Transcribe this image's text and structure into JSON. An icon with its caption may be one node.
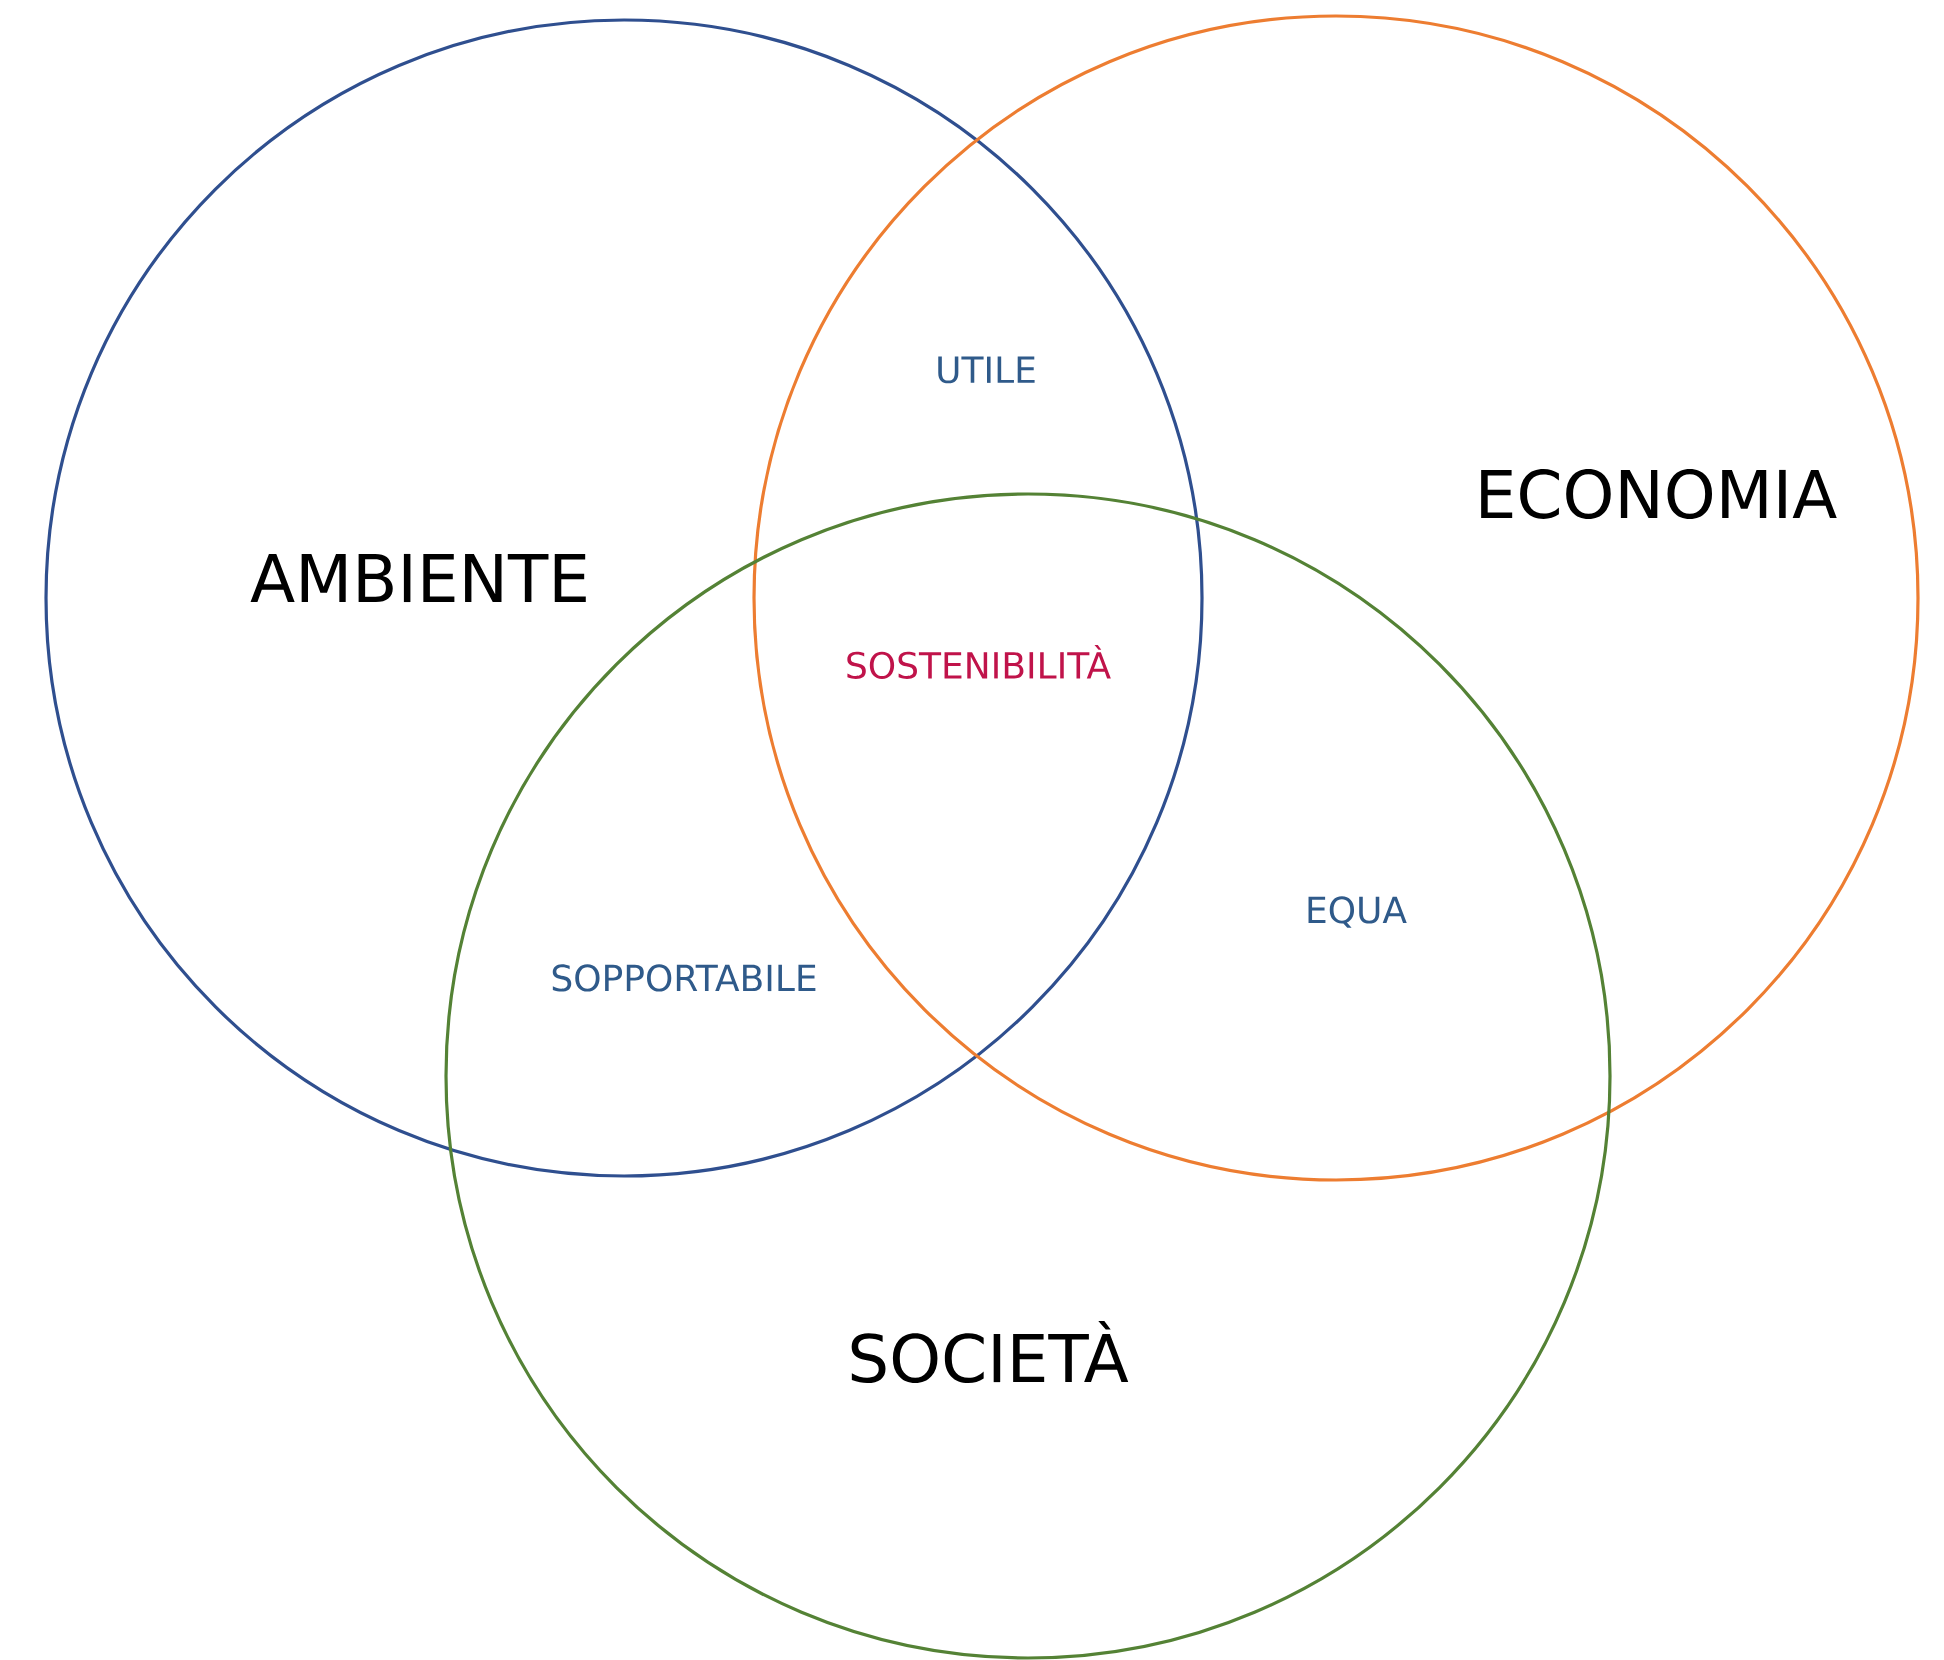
{
  "diagram": {
    "nodes": [
      {
        "text": [
          "AMBIENTE"
        ]
      },
      {
        "text": [
          "ECONOMIA"
        ]
      },
      {
        "text": [
          "SOCIETÀ"
        ]
      }
    ],
    "labels": [
      "UTILE",
      "SOSTENIBILITÀ",
      "EQUA",
      "SOPPORTABILE"
    ]
  }
}
